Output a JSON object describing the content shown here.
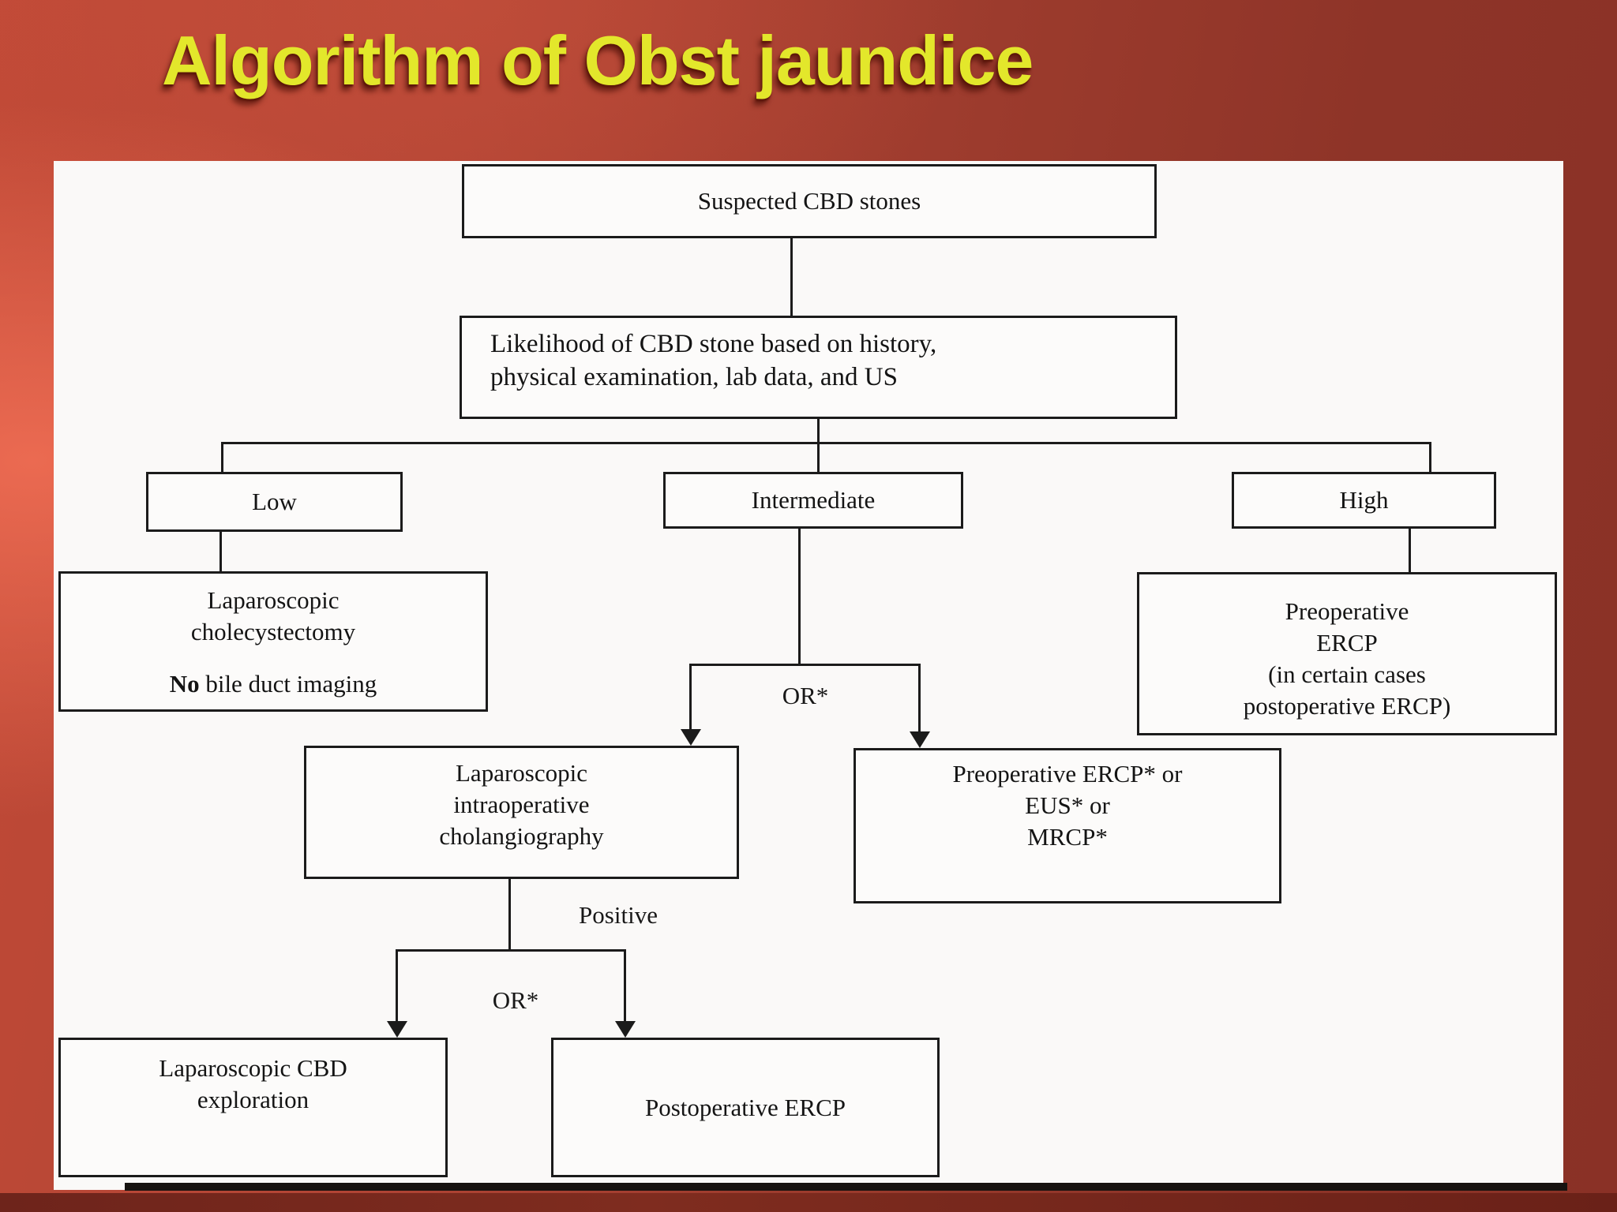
{
  "slide": {
    "title": "Algorithm of Obst jaundice"
  },
  "flowchart": {
    "nodes": {
      "suspected": {
        "lines": [
          "Suspected CBD stones"
        ]
      },
      "likelihood": {
        "lines": [
          "Likelihood of CBD stone based on history,",
          "physical examination, lab data, and US"
        ]
      },
      "low": {
        "lines": [
          "Low"
        ]
      },
      "intermediate": {
        "lines": [
          "Intermediate"
        ]
      },
      "high": {
        "lines": [
          "High"
        ]
      },
      "lap_cholecystectomy": {
        "lines": [
          "Laparoscopic",
          "cholecystectomy"
        ],
        "note_bold": "No",
        "note_rest": "bile duct imaging"
      },
      "preoperative_ercp": {
        "lines": [
          "Preoperative",
          "ERCP",
          "(in certain cases",
          "postoperative ERCP)"
        ]
      },
      "intraop_cholangiography": {
        "lines": [
          "Laparoscopic",
          "intraoperative",
          "cholangiography"
        ]
      },
      "preop_ercp_eus_mrcp": {
        "lines": [
          "Preoperative ERCP* or",
          "EUS* or",
          "MRCP*"
        ]
      },
      "lap_cbd_exploration": {
        "lines": [
          "Laparoscopic CBD",
          "exploration"
        ]
      },
      "postoperative_ercp": {
        "lines": [
          "Postoperative ERCP"
        ]
      }
    },
    "edge_labels": {
      "or_upper": "OR*",
      "positive": "Positive",
      "or_lower": "OR*"
    }
  },
  "colors": {
    "background_left": "#d85a46",
    "background_right": "#8e3428",
    "title_text": "#e3e72b",
    "panel": "#faf9f8",
    "line": "#1b1b1b"
  }
}
